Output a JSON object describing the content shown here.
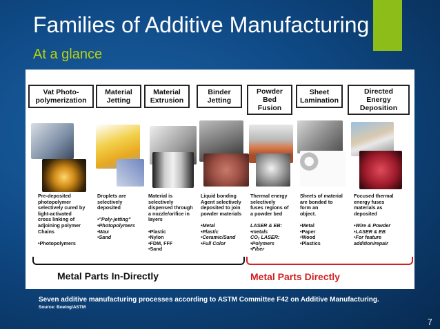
{
  "slide": {
    "title": "Families of Additive Manufacturing",
    "subtitle": "At a glance",
    "caption": "Seven additive manufacturing processes according to ASTM Committee F42 on Additive Manufacturing.",
    "source": "Source: Boeing/ASTM",
    "page_number": "7"
  },
  "colors": {
    "accent_green": "#8cbd18",
    "subtitle_yellow": "#b9d20f",
    "metal_direct_red": "#d02020",
    "metal_indirect_black": "#111111"
  },
  "categories": [
    {
      "label": "Vat Photo-\npolymerization",
      "desc": [
        "Pre-deposited",
        "photopolymer",
        "selectively cured by",
        "light-activated",
        "cross linking of",
        "adjoining polymer",
        "Chains",
        "",
        "•Photopolymers"
      ]
    },
    {
      "label": "Material\nJetting",
      "desc": [
        "Droplets are",
        "selectively",
        "deposited",
        "",
        "•\"Poly-jetting\"",
        "•Photopolymers",
        "•Wax",
        "•Sand"
      ]
    },
    {
      "label": "Material\nExtrusion",
      "desc": [
        "Material is",
        "selectively",
        "dispensed through",
        "a nozzle/orifice in",
        "layers",
        "",
        "•Plastic",
        "•Nylon",
        "•FDM, FFF",
        "•Sand"
      ]
    },
    {
      "label": "Binder\nJetting",
      "desc": [
        "Liquid bonding",
        "Agent selectively",
        "deposited to join",
        "powder materials",
        "",
        "•Metal",
        "•Plastic",
        "•Ceramic/Sand",
        "•Full Color"
      ]
    },
    {
      "label": "Powder\nBed\nFusion",
      "desc": [
        "Thermal energy",
        "selectively",
        "fuses regions of",
        "a powder bed",
        "",
        "LASER & EB:",
        "•metals",
        "CO₂ LASER:",
        "•Polymers",
        "•Fiber"
      ]
    },
    {
      "label": "Sheet\nLamination",
      "desc": [
        "Sheets of material",
        "are bonded to",
        "form an",
        "object.",
        "",
        "•Metal",
        "•Paper",
        "•Wood",
        "•Plastics"
      ]
    },
    {
      "label": "Directed\nEnergy\nDeposition",
      "desc": [
        "Focused thermal",
        "energy fuses",
        "materials as",
        "deposited",
        "",
        "•Wire & Powder",
        "•LASER & EB",
        "•For feature",
        "addition/repair"
      ]
    }
  ],
  "groups": {
    "indirect": "Metal Parts In-Directly",
    "direct": "Metal Parts Directly"
  },
  "icons": [
    "vat-photopolymer-photo",
    "material-jetting-photo",
    "material-extrusion-photo",
    "binder-jetting-photo",
    "powder-bed-fusion-photo",
    "sheet-lamination-photo",
    "directed-energy-photo"
  ]
}
